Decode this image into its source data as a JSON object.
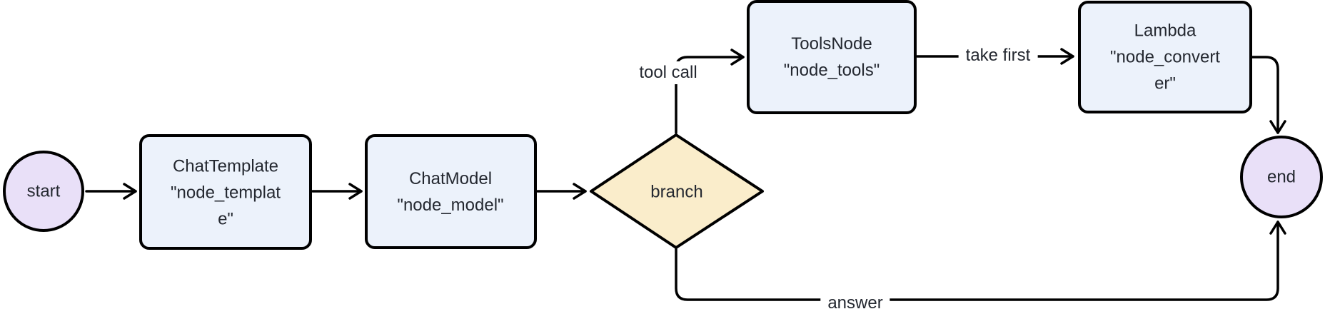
{
  "diagram": {
    "type": "flowchart",
    "direction": "left-to-right",
    "background": "#ffffff",
    "stroke_color": "#000000",
    "text_color": "#242830",
    "label_background": "#ffffff",
    "nodes": {
      "start": {
        "shape": "circle",
        "label": "start",
        "fill": "#e9e0f8"
      },
      "template": {
        "shape": "rounded-rect",
        "label": "ChatTemplate \"node_template\"",
        "lines": [
          "ChatTemplate",
          "\"node_templat",
          "e\""
        ],
        "fill": "#ecf2fb"
      },
      "model": {
        "shape": "rounded-rect",
        "label": "ChatModel \"node_model\"",
        "lines": [
          "ChatModel",
          "\"node_model\""
        ],
        "fill": "#ecf2fb"
      },
      "branch": {
        "shape": "diamond",
        "label": "branch",
        "fill": "#faedcb"
      },
      "tools": {
        "shape": "rounded-rect",
        "label": "ToolsNode \"node_tools\"",
        "lines": [
          "ToolsNode",
          "\"node_tools\""
        ],
        "fill": "#ecf2fb"
      },
      "converter": {
        "shape": "rounded-rect",
        "label": "Lambda \"node_converter\"",
        "lines": [
          "Lambda",
          "\"node_convert",
          "er\""
        ],
        "fill": "#ecf2fb"
      },
      "end": {
        "shape": "circle",
        "label": "end",
        "fill": "#e9e0f8"
      }
    },
    "edges": [
      {
        "from": "start",
        "to": "template",
        "label": ""
      },
      {
        "from": "template",
        "to": "model",
        "label": ""
      },
      {
        "from": "model",
        "to": "branch",
        "label": ""
      },
      {
        "from": "branch",
        "to": "tools",
        "label": "tool call"
      },
      {
        "from": "tools",
        "to": "converter",
        "label": "take first"
      },
      {
        "from": "converter",
        "to": "end",
        "label": ""
      },
      {
        "from": "branch",
        "to": "end",
        "label": "answer"
      }
    ]
  }
}
